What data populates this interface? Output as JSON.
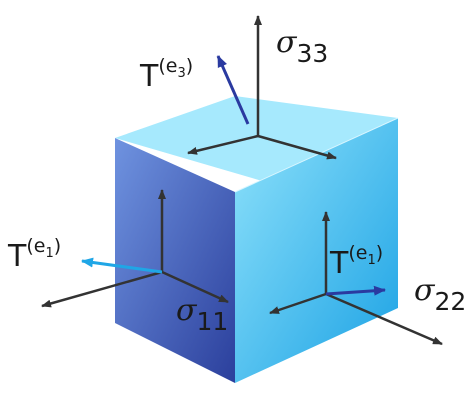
{
  "colors": {
    "axis": "#333333",
    "front_face_dark": "#2b3f9c",
    "front_face_light": "#6f93e0",
    "right_face_light": "#8fe2fb",
    "right_face_dark": "#1aa1e4",
    "top_face": "#a6e9fd",
    "traction_top": "#2a3aa0",
    "traction_front": "#1fa6e6",
    "traction_right": "#2a3aa0"
  },
  "labels": {
    "sigma_33": {
      "base": "σ",
      "sub": "33"
    },
    "sigma_11": {
      "base": "σ",
      "sub": "11"
    },
    "sigma_22": {
      "base": "σ",
      "sub": "22"
    },
    "t_e3": {
      "base": "T",
      "open": "(e",
      "sub": "3",
      "close": ")"
    },
    "t_e1_front": {
      "base": "T",
      "open": "(e",
      "sub": "1",
      "close": ")"
    },
    "t_e1_right": {
      "base": "T",
      "open": "(e",
      "sub": "1",
      "close": ")"
    }
  }
}
